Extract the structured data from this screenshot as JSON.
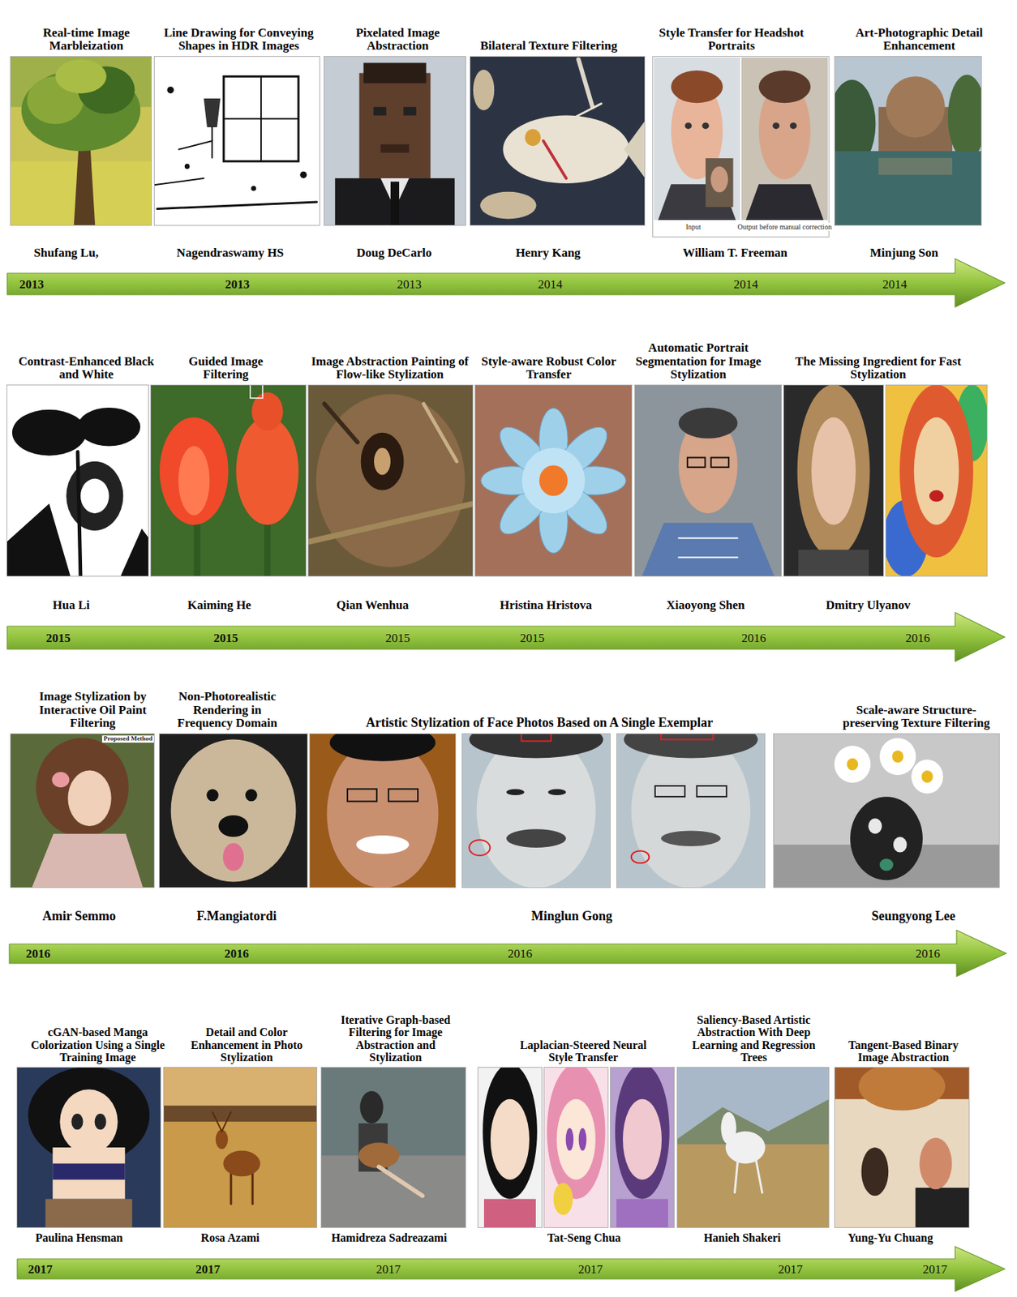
{
  "diagram": {
    "nodes": [
      {
        "text": [
          "2013",
          "2013",
          "2013",
          "2014",
          "2014",
          "2014"
        ]
      },
      {
        "text": [
          "2015",
          "2015",
          "2015",
          "2015",
          "2016",
          "2016"
        ]
      },
      {
        "text": [
          "2016",
          "2016",
          "2016",
          "2016"
        ]
      },
      {
        "text": [
          "2017",
          "2017",
          "2017",
          "2017",
          "2017",
          "2017"
        ]
      }
    ],
    "labels": [
      "Real-time Image Marbleization",
      "Line Drawing for Conveying Shapes in HDR Images",
      "Pixelated Image Abstraction",
      "Bilateral Texture Filtering",
      "Style Transfer for Headshot Portraits",
      "Art-Photographic Detail Enhancement",
      "Input",
      "Output before manual correction",
      "Shufang Lu,",
      "Nagendraswamy HS",
      "Doug DeCarlo",
      "Henry Kang",
      "William T. Freeman",
      "Minjung Son",
      "Contrast-Enhanced Black and White",
      "Guided Image Filtering",
      "Image Abstraction Painting of Flow-like Stylization",
      "Style-aware Robust Color Transfer",
      "Automatic Portrait Segmentation for Image Stylization",
      "The Missing Ingredient for Fast Stylization",
      "Hua Li",
      "Kaiming He",
      "Qian Wenhua",
      "Hristina Hristova",
      "Xiaoyong Shen",
      "Dmitry Ulyanov",
      "Image Stylization by Interactive Oil Paint Filtering",
      "Non-Photorealistic Rendering in Frequency Domain",
      "Artistic Stylization of Face Photos Based on A Single Exemplar",
      "Scale-aware Structure-preserving Texture Filtering",
      "Proposed Method",
      "Amir Semmo",
      "F.Mangiatordi",
      "Minglun Gong",
      "Seungyong Lee",
      "cGAN-based Manga Colorization Using a Single Training Image",
      "Detail and Color Enhancement in Photo Stylization",
      "Iterative Graph-based Filtering for Image Abstraction and Stylization",
      "Laplacian-Steered Neural Style Transfer",
      "Saliency-Based Artistic Abstraction With Deep Learning and Regression Trees",
      "Tangent-Based Binary Image Abstraction",
      "Paulina Hensman",
      "Rosa Azami",
      "Hamidreza Sadreazami",
      "Tat-Seng Chua",
      "Hanieh Shakeri",
      "Yung-Yu Chuang"
    ]
  }
}
